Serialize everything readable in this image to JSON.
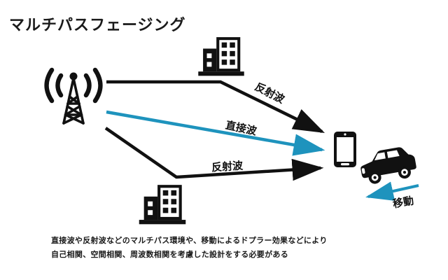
{
  "title": "マルチパスフェージング",
  "colors": {
    "ink": "#111111",
    "accent": "#1e93bd"
  },
  "diagram": {
    "arrows": {
      "reflected_top_label": "反射波",
      "direct_label": "直接波",
      "reflected_bottom_label": "反射波",
      "movement_label": "移動"
    },
    "icons": {
      "tower": "antenna-tower-icon",
      "building_top": "building-icon",
      "building_bottom": "building-icon",
      "phone": "smartphone-icon",
      "car": "car-icon"
    }
  },
  "caption": {
    "line1": "直接波や反射波などのマルチパス環境や、移動によるドプラー効果などにより",
    "line2": "自己相関、空間相関、周波数相関を考慮した設計をする必要がある"
  }
}
